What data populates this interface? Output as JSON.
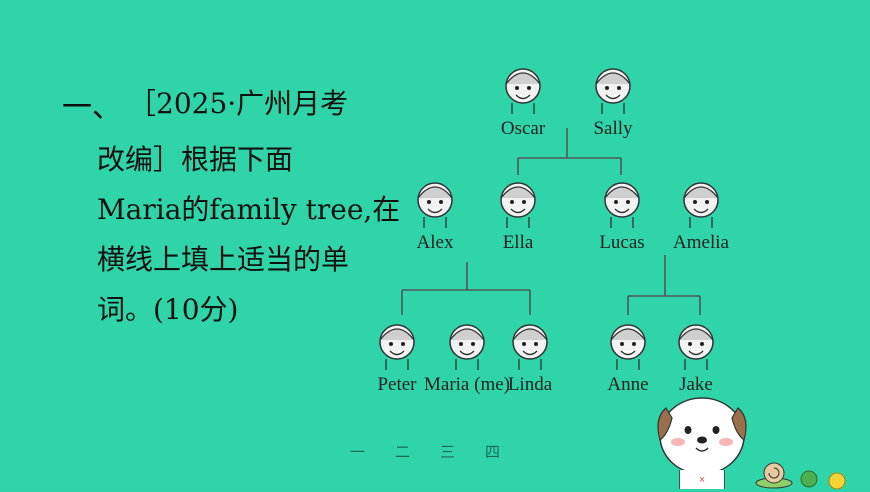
{
  "question": {
    "number": "一、",
    "lines": [
      "［2025·广州月考",
      "改编］根据下面",
      "Maria的family tree,在",
      "横线上填上适当的单",
      "词。(10分)"
    ]
  },
  "family_tree": {
    "people": [
      {
        "name": "Oscar"
      },
      {
        "name": "Sally"
      },
      {
        "name": "Alex"
      },
      {
        "name": "Ella"
      },
      {
        "name": "Lucas"
      },
      {
        "name": "Amelia"
      },
      {
        "name": "Peter"
      },
      {
        "name": "Maria (me)"
      },
      {
        "name": "Linda"
      },
      {
        "name": "Anne"
      },
      {
        "name": "Jake"
      }
    ]
  },
  "nav": {
    "items": [
      "一",
      "二",
      "三",
      "四"
    ]
  }
}
